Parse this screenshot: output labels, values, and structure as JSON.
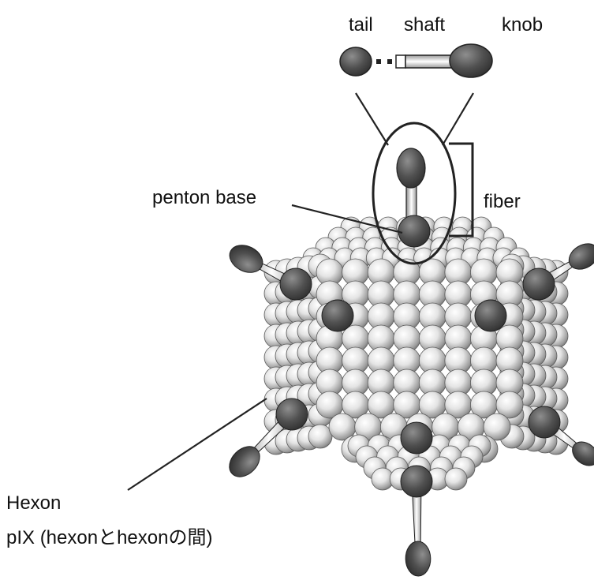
{
  "labels": {
    "tail": "tail",
    "shaft": "shaft",
    "knob": "knob",
    "fiber": "fiber",
    "penton_base": "penton base",
    "hexon": "Hexon",
    "pix": "pIX (hexonとhexonの間)"
  },
  "colors": {
    "hexon_sphere": "#e8e8e8",
    "hexon_shadow": "#6a6a6a",
    "penton": "#4d4d4d",
    "penton_highlight": "#8a8a8a",
    "fiber_shaft": "#f2f2f2",
    "line": "#222222"
  }
}
